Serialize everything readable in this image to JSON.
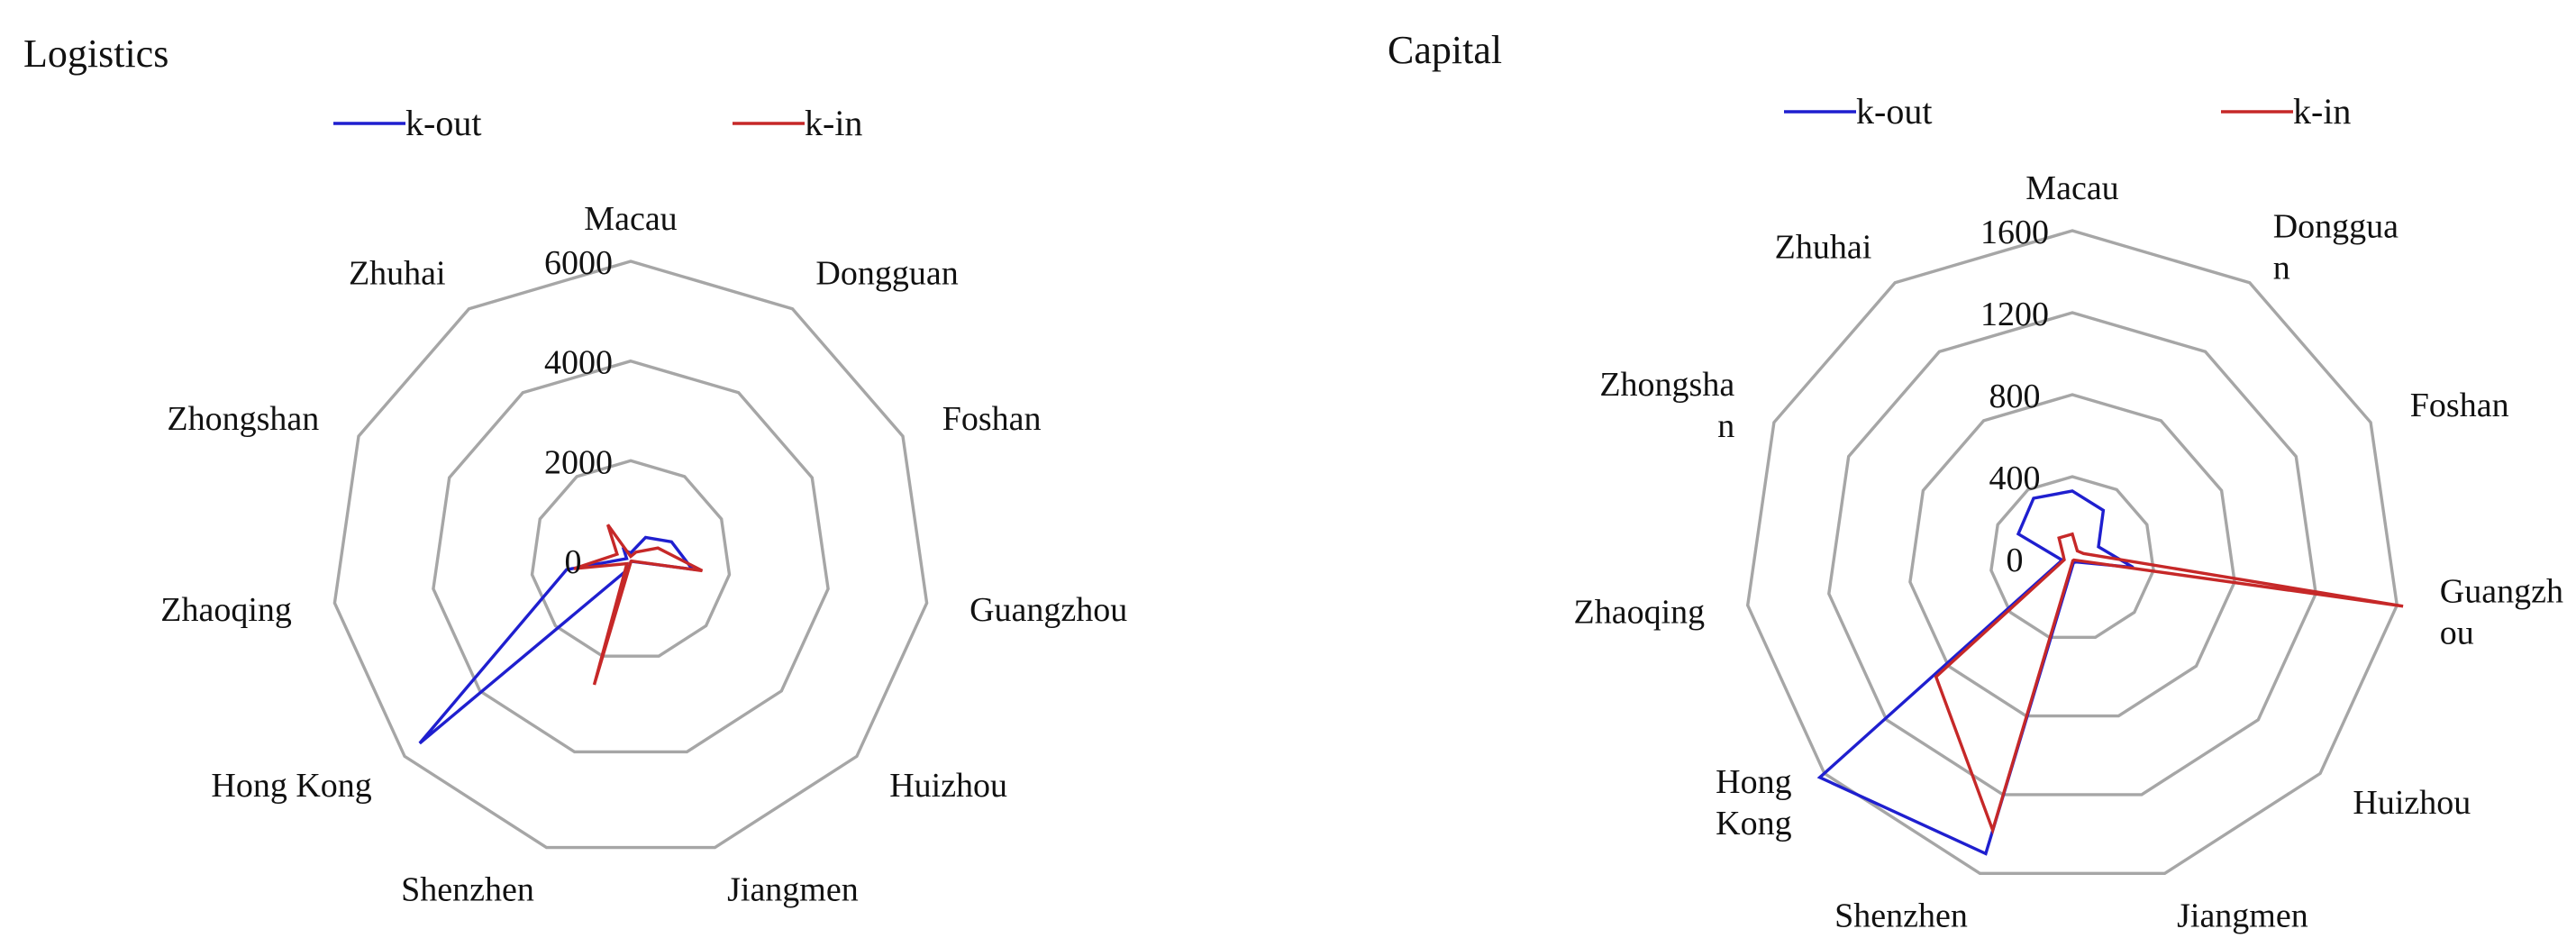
{
  "colors": {
    "k_out": "#1f1fcf",
    "k_in": "#c62828",
    "grid": "#a6a6a6"
  },
  "chart_data": [
    {
      "type": "radar",
      "title": "Logistics",
      "categories": [
        "Macau",
        "Dongguan",
        "Foshan",
        "Guangzhou",
        "Huizhou",
        "Jiangmen",
        "Shenzhen",
        "Hong Kong",
        "Zhaoqing",
        "Zhongshan",
        "Zhuhai"
      ],
      "series": [
        {
          "name": "k-out",
          "values": [
            150,
            550,
            900,
            1250,
            30,
            20,
            180,
            5600,
            1300,
            90,
            250
          ]
        },
        {
          "name": "k-in",
          "values": [
            80,
            200,
            600,
            1450,
            20,
            20,
            2600,
            100,
            1150,
            300,
            850
          ]
        }
      ],
      "ticks": [
        "0",
        "2000",
        "4000",
        "6000"
      ],
      "rlim": [
        0,
        6000
      ],
      "grid": true,
      "legend_position": "top"
    },
    {
      "type": "radar",
      "title": "Capital",
      "categories": [
        "Macau",
        "Dongguan",
        "Foshan",
        "Guangzhou",
        "Huizhou",
        "Jiangmen",
        "Shenzhen",
        "Hong Kong",
        "Zhaoqing",
        "Zhongshan",
        "Zhuhai"
      ],
      "category_display": [
        "Macau",
        "Donggua\nn",
        "Foshan",
        "Guangzh\nou",
        "Huizhou",
        "Jiangmen",
        "Shenzhen",
        "Hong\nKong",
        "Zhaoqing",
        "Zhongsha\nn",
        "Zhuhai"
      ],
      "series": [
        {
          "name": "k-out",
          "values": [
            330,
            280,
            140,
            300,
            25,
            20,
            1500,
            1630,
            50,
            290,
            350
          ]
        },
        {
          "name": "k-in",
          "values": [
            120,
            45,
            60,
            1630,
            10,
            10,
            1380,
            880,
            40,
            50,
            120
          ]
        }
      ],
      "ticks": [
        "0",
        "400",
        "800",
        "1200",
        "1600"
      ],
      "rlim": [
        0,
        1600
      ],
      "grid": true,
      "legend_position": "top"
    }
  ]
}
